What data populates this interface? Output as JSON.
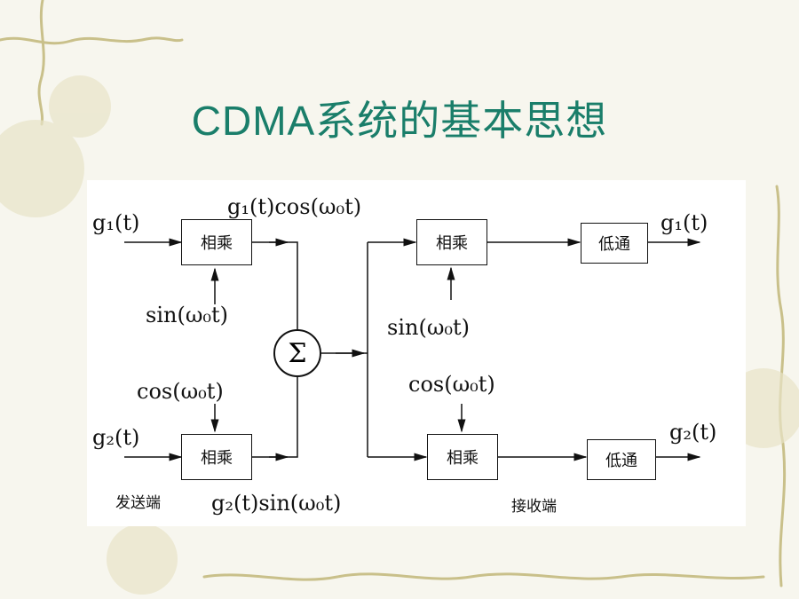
{
  "title": "CDMA系统的基本思想",
  "diagram": {
    "transmitter": {
      "input_1": "g₁(t)",
      "input_2": "g₂(t)",
      "mixer_1": "相乘",
      "mixer_2": "相乘",
      "carrier_1": "sin(ω₀t)",
      "carrier_2": "cos(ω₀t)",
      "product_1": "g₁(t)cos(ω₀t)",
      "product_2": "g₂(t)sin(ω₀t)",
      "section_label": "发送端"
    },
    "summer": "Σ",
    "receiver": {
      "mixer_1": "相乘",
      "mixer_2": "相乘",
      "carrier_1": "sin(ω₀t)",
      "carrier_2": "cos(ω₀t)",
      "lowpass_1": "低通",
      "lowpass_2": "低通",
      "output_1": "g₁(t)",
      "output_2": "g₂(t)",
      "section_label": "接收端"
    }
  },
  "colors": {
    "title": "#1a7e6a",
    "panel": "#ffffff",
    "background": "#f7f6ee",
    "decor": "#c9c08a"
  }
}
